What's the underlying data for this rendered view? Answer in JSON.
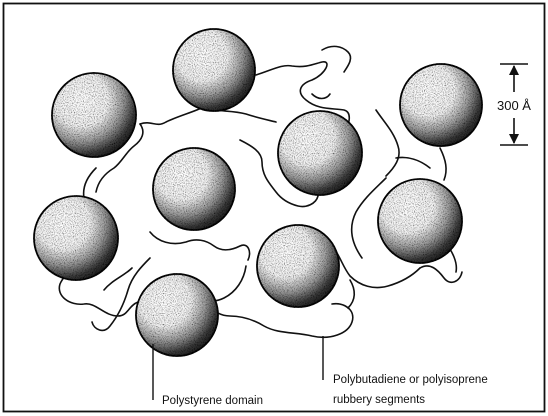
{
  "figure": {
    "scale_label": "300 Å",
    "labels": {
      "domain": "Polystyrene domain",
      "rubber_line1": "Polybutadiene or polyisoprene",
      "rubber_line2": "rubbery segments"
    },
    "colors": {
      "ink": "#111111",
      "sphere_light": "#ffffff",
      "sphere_dark": "#1a1a1a"
    }
  }
}
